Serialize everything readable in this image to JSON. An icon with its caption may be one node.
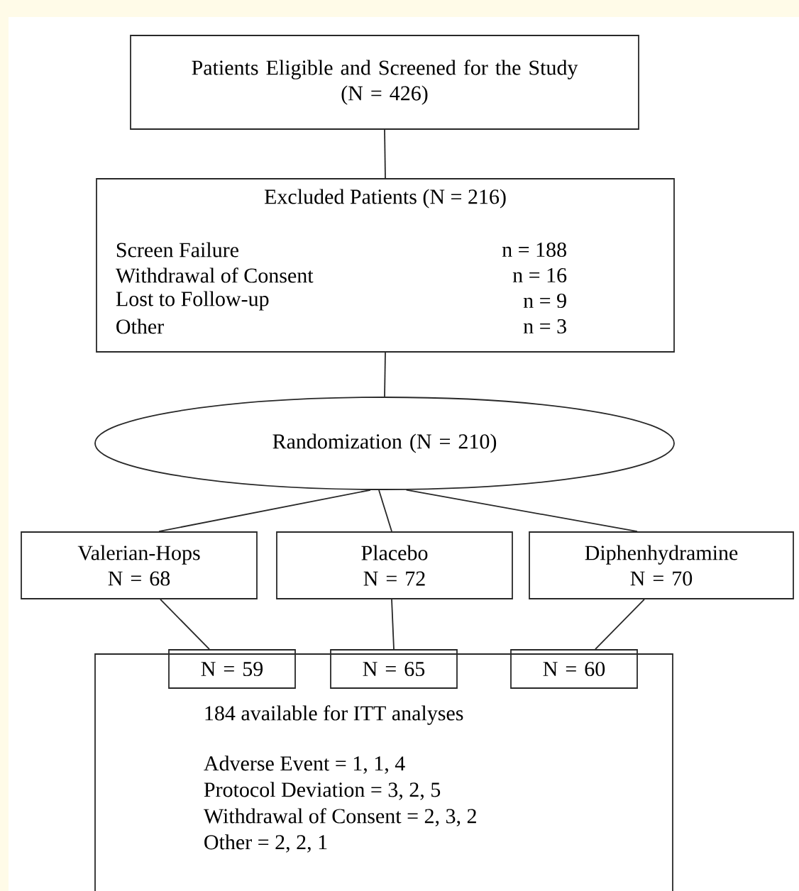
{
  "diagram": {
    "nodes": [
      {
        "text": [
          "Patients Eligible and Screened for the Study",
          "(N = 426)"
        ]
      },
      {
        "text": [
          "Excluded Patients (N = 216)",
          "Screen Failure",
          "n = 188",
          "Withdrawal of Consent",
          "n = 16",
          "Lost to Follow-up",
          "n = 9",
          "Other",
          "n = 3"
        ]
      },
      {
        "text": [
          "Randomization (N = 210)"
        ]
      },
      {
        "text": [
          "Valerian-Hops",
          "N = 68"
        ]
      },
      {
        "text": [
          "Placebo",
          "N = 72"
        ]
      },
      {
        "text": [
          "Diphenhydramine",
          "N = 70"
        ]
      },
      {
        "text": [
          "N = 59"
        ]
      },
      {
        "text": [
          "N = 65"
        ]
      },
      {
        "text": [
          "N = 60"
        ]
      },
      {
        "text": [
          "184 available for ITT analyses",
          "Adverse Event = 1, 1, 4",
          "Protocol Deviation = 3, 2, 5",
          "Withdrawal of Consent = 2, 3, 2",
          "Other = 2, 2, 1"
        ]
      }
    ],
    "edges": [
      {
        "from": 0,
        "to": 1,
        "arrow": "none"
      },
      {
        "from": 1,
        "to": 2,
        "arrow": "none"
      },
      {
        "from": 2,
        "to": 3,
        "arrow": "none"
      },
      {
        "from": 2,
        "to": 4,
        "arrow": "none"
      },
      {
        "from": 2,
        "to": 5,
        "arrow": "none"
      },
      {
        "from": 3,
        "to": 6,
        "arrow": "none"
      },
      {
        "from": 4,
        "to": 7,
        "arrow": "none"
      },
      {
        "from": 5,
        "to": 8,
        "arrow": "none"
      }
    ]
  }
}
